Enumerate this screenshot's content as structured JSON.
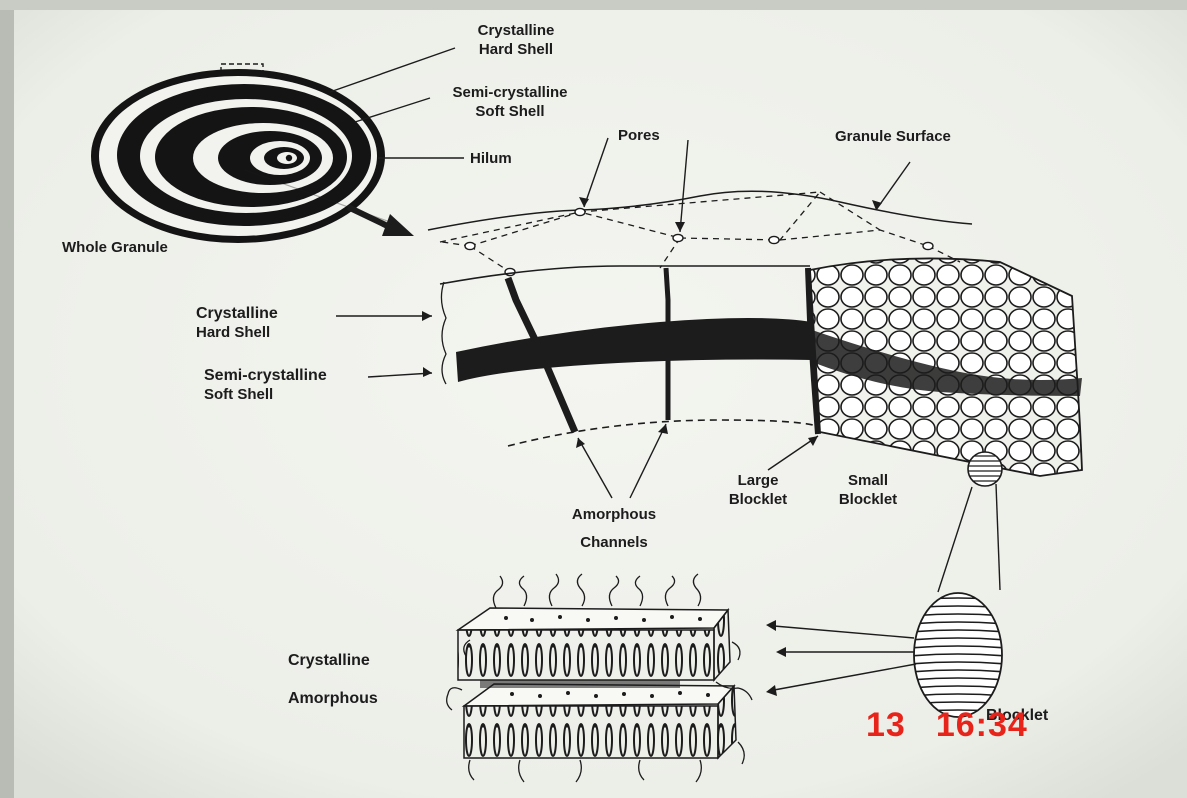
{
  "labels": {
    "top_crystalline": [
      "Crystalline",
      "Hard Shell"
    ],
    "top_semi": [
      "Semi-crystalline",
      "Soft Shell"
    ],
    "hilum": "Hilum",
    "whole_granule": "Whole Granule",
    "pores": "Pores",
    "granule_surface": "Granule Surface",
    "mid_crystalline": [
      "Crystalline",
      "Hard Shell"
    ],
    "mid_semi": [
      "Semi-crystalline",
      "Soft Shell"
    ],
    "amorphous_channels": [
      "Amorphous",
      "Channels"
    ],
    "large_blocklet": [
      "Large",
      "Blocklet"
    ],
    "small_blocklet": [
      "Small",
      "Blocklet"
    ],
    "bottom_crystalline": "Crystalline",
    "bottom_amorphous": "Amorphous",
    "blocklet": "Blocklet"
  },
  "timestamp": {
    "day": "13",
    "time": "16:34"
  },
  "colors": {
    "paper": "#f0f1ec",
    "ink": "#1c1c1c",
    "timestamp": "#e8231a"
  }
}
